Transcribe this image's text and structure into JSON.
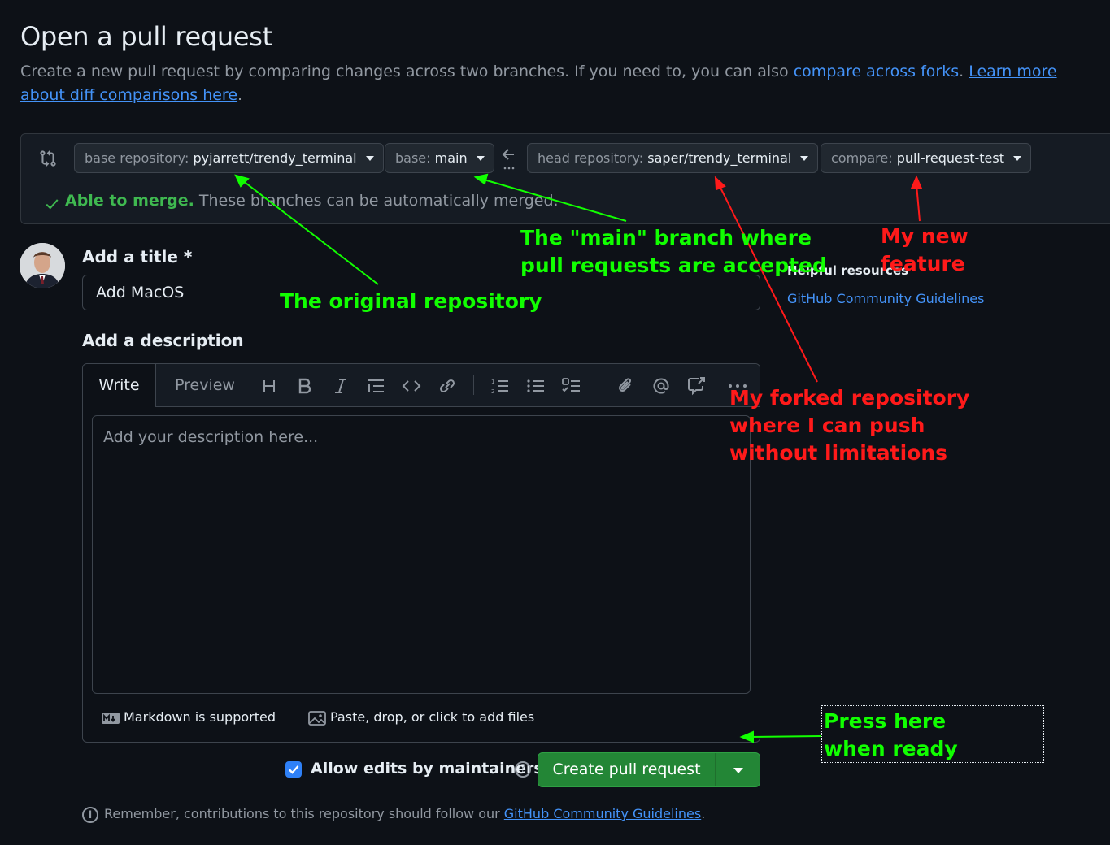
{
  "header": {
    "title": "Open a pull request",
    "description_prefix": "Create a new pull request by comparing changes across two branches. If you need to, you can also ",
    "compare_forks_link": "compare across forks",
    "description_mid": ". ",
    "learn_more_link": "Learn more about diff comparisons here",
    "description_suffix": "."
  },
  "compare": {
    "base_repository_key": "base repository:",
    "base_repository_value": "pyjarrett/trendy_terminal",
    "base_key": "base:",
    "base_value": "main",
    "head_repository_key": "head repository:",
    "head_repository_value": "saper/trendy_terminal",
    "compare_key": "compare:",
    "compare_value": "pull-request-test",
    "merge_status": "Able to merge.",
    "merge_detail": " These branches can be automatically merged."
  },
  "form": {
    "title_label": "Add a title *",
    "title_value": "Add MacOS",
    "description_label": "Add a description",
    "tab_write": "Write",
    "tab_preview": "Preview",
    "placeholder": "Add your description here...",
    "markdown_label": "Markdown is supported",
    "files_label": "Paste, drop, or click to add files",
    "allow_edits_label": "Allow edits by maintainers",
    "allow_edits_checked": true,
    "create_button": "Create pull request"
  },
  "sidebar": {
    "helpful_title": "Helpful resources",
    "helpful_link": "GitHub Community Guidelines"
  },
  "footer": {
    "remember_prefix": "Remember, contributions to this repository should follow our ",
    "remember_link": "GitHub Community Guidelines",
    "remember_suffix": "."
  },
  "annotations": {
    "original_repo": "The original repository",
    "main_branch_line1": "The \"main\" branch where",
    "main_branch_line2": "pull requests are accepted",
    "new_feature_line1": "My new",
    "new_feature_line2": "feature",
    "forked_line1": "My forked repository",
    "forked_line2": "where I can push",
    "forked_line3": "without limitations",
    "press_line1": "Press here",
    "press_line2": "when ready"
  },
  "colors": {
    "annotation_green": "#11ff00",
    "annotation_red": "#ff1a1a",
    "primary_button": "#238636",
    "link": "#4493f8"
  }
}
